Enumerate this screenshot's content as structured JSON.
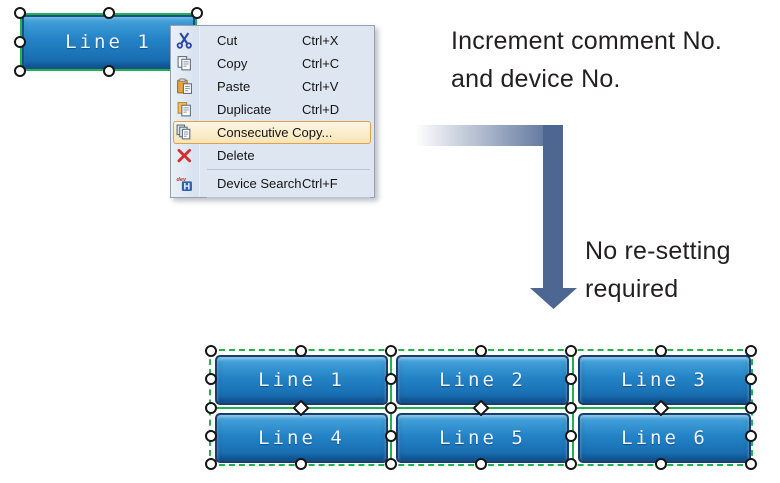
{
  "annotations": {
    "increment_line1": "Increment comment No.",
    "increment_line2": "and device No.",
    "noreset_line1": "No re-setting",
    "noreset_line2": "required"
  },
  "context_menu": {
    "items": [
      {
        "label": "Cut",
        "shortcut": "Ctrl+X",
        "icon": "cut-icon"
      },
      {
        "label": "Copy",
        "shortcut": "Ctrl+C",
        "icon": "copy-icon"
      },
      {
        "label": "Paste",
        "shortcut": "Ctrl+V",
        "icon": "paste-icon"
      },
      {
        "label": "Duplicate",
        "shortcut": "Ctrl+D",
        "icon": "duplicate-icon"
      },
      {
        "label": "Consecutive Copy...",
        "shortcut": "",
        "icon": "consecutive-copy-icon",
        "highlighted": true
      },
      {
        "label": "Delete",
        "shortcut": "",
        "icon": "delete-icon"
      },
      {
        "label": "Device Search",
        "shortcut": "Ctrl+F",
        "icon": "device-search-icon"
      }
    ],
    "device_icon": {
      "dev": "dev",
      "h": "H"
    }
  },
  "buttons": {
    "single": "Line 1",
    "grid": [
      [
        "Line 1",
        "Line 2",
        "Line 3"
      ],
      [
        "Line 4",
        "Line 5",
        "Line 6"
      ]
    ]
  },
  "colors": {
    "button_blue_top": "#4aa8de",
    "button_blue_bottom": "#1465a8",
    "selection_green": "#22b14c",
    "menu_background": "#dee7f1",
    "menu_highlight_border": "#e2a04a",
    "menu_highlight_fill": "#f8e5b6",
    "arrow_steel_blue": "#4e6792",
    "delete_red": "#d42f2f",
    "annotation_text": "#221f20"
  }
}
